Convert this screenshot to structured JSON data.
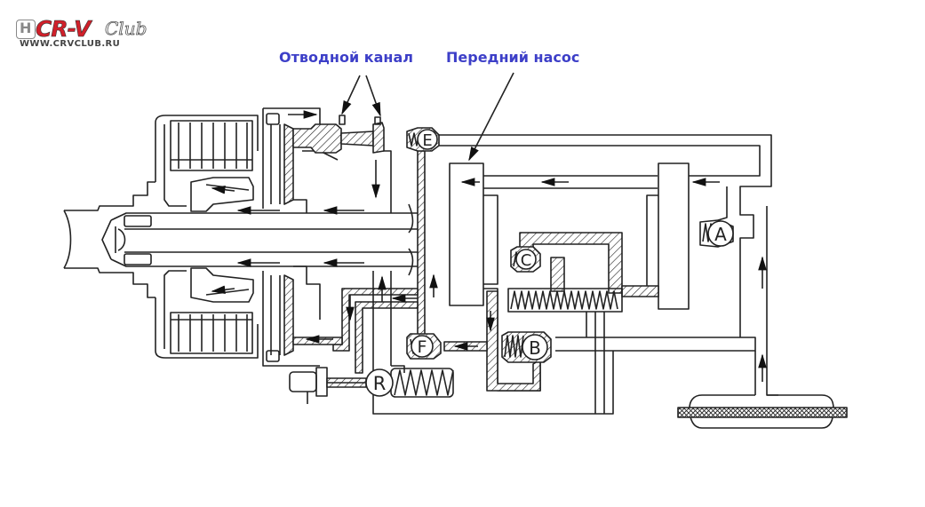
{
  "logo": {
    "badge": "H",
    "brand": "CR-V",
    "club": "Club",
    "url": "WWW.CRVCLUB.RU"
  },
  "labels": {
    "drain_channel": "Отводной канал",
    "front_pump": "Передний насос"
  },
  "valves": {
    "a": "A",
    "b": "B",
    "c": "C",
    "e": "E",
    "f": "F",
    "r": "R"
  },
  "colors": {
    "label": "#3d3fc8",
    "line": "#222222",
    "logo_red": "#d0202a"
  }
}
